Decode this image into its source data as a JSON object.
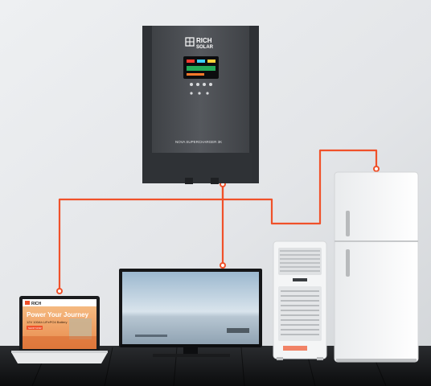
{
  "colors": {
    "wall": "#e6e8ea",
    "floor": "#111214",
    "cable": "#f0512a",
    "inverter_body": "#4a4d52",
    "inverter_dark": "#2f3236",
    "appliance_white": "#f2f3f4"
  },
  "inverter": {
    "brand_line1": "RICH",
    "brand_line2": "SOLAR",
    "model": "NOVA SUPERCHARGER 3K"
  },
  "laptop": {
    "brand": "RICH",
    "headline": "Power Your Journey",
    "subline": "12V 100Ah LiFePO4 Battery",
    "cta": "SHOP NOW"
  },
  "icons": {
    "inverter": "inverter-device-icon",
    "laptop": "laptop-icon",
    "tv": "television-icon",
    "cooler": "air-cooler-icon",
    "fridge": "refrigerator-icon"
  }
}
